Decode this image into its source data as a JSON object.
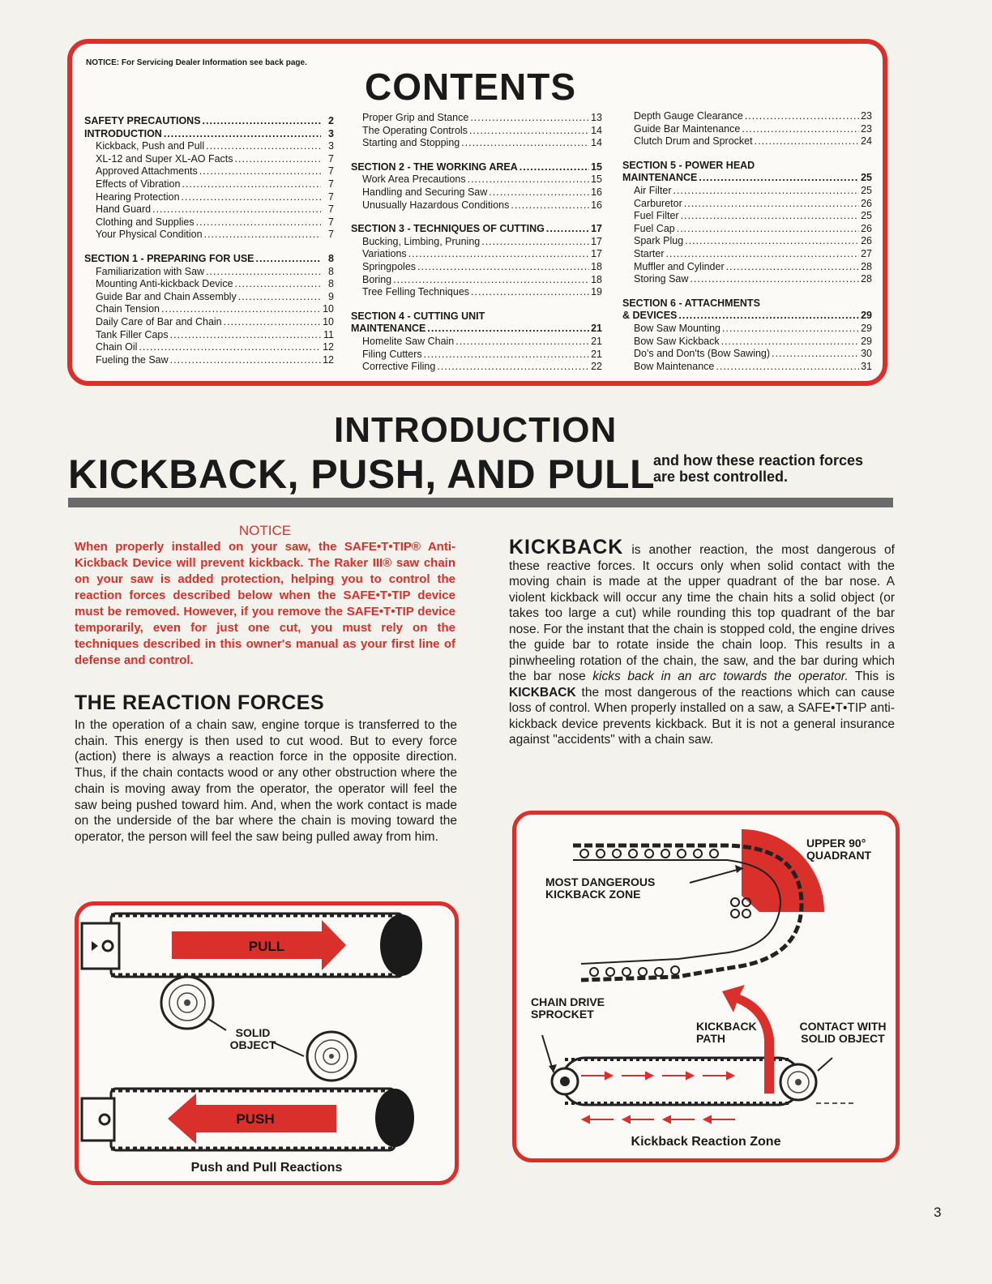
{
  "notice_line": "NOTICE: For Servicing Dealer Information see back page.",
  "contents_title": "CONTENTS",
  "toc": {
    "col1": [
      {
        "type": "head",
        "label": "SAFETY PRECAUTIONS",
        "page": "2"
      },
      {
        "type": "head",
        "label": "INTRODUCTION",
        "page": "3"
      },
      {
        "type": "sub",
        "label": "Kickback, Push and Pull",
        "page": "3"
      },
      {
        "type": "sub",
        "label": "XL-12 and Super XL-AO Facts",
        "page": "7"
      },
      {
        "type": "sub",
        "label": "Approved Attachments",
        "page": "7"
      },
      {
        "type": "sub",
        "label": "Effects of Vibration",
        "page": "7"
      },
      {
        "type": "sub",
        "label": "Hearing Protection",
        "page": "7"
      },
      {
        "type": "sub",
        "label": "Hand Guard",
        "page": "7"
      },
      {
        "type": "sub",
        "label": "Clothing and Supplies",
        "page": "7"
      },
      {
        "type": "sub",
        "label": "Your Physical Condition",
        "page": "7"
      },
      {
        "type": "gap"
      },
      {
        "type": "head",
        "label": "SECTION 1 - PREPARING FOR USE",
        "page": "8"
      },
      {
        "type": "sub",
        "label": "Familiarization with Saw",
        "page": "8"
      },
      {
        "type": "sub",
        "label": "Mounting Anti-kickback Device",
        "page": "8"
      },
      {
        "type": "sub",
        "label": "Guide Bar and Chain Assembly",
        "page": "9"
      },
      {
        "type": "sub",
        "label": "Chain Tension",
        "page": "10"
      },
      {
        "type": "sub",
        "label": "Daily Care of Bar and Chain",
        "page": "10"
      },
      {
        "type": "sub",
        "label": "Tank Filler Caps",
        "page": "11"
      },
      {
        "type": "sub",
        "label": "Chain Oil",
        "page": "12"
      },
      {
        "type": "sub",
        "label": "Fueling the Saw",
        "page": "12"
      }
    ],
    "col2": [
      {
        "type": "sub",
        "label": "Proper Grip and Stance",
        "page": "13"
      },
      {
        "type": "sub",
        "label": "The Operating Controls",
        "page": "14"
      },
      {
        "type": "sub",
        "label": "Starting and Stopping",
        "page": "14"
      },
      {
        "type": "gap"
      },
      {
        "type": "head",
        "label": "SECTION 2 - THE WORKING AREA",
        "page": "15"
      },
      {
        "type": "sub",
        "label": "Work Area Precautions",
        "page": "15"
      },
      {
        "type": "sub",
        "label": "Handling and Securing Saw",
        "page": "16"
      },
      {
        "type": "sub",
        "label": "Unusually Hazardous Conditions",
        "page": "16"
      },
      {
        "type": "gap"
      },
      {
        "type": "head",
        "label": "SECTION 3 - TECHNIQUES OF CUTTING",
        "page": "17"
      },
      {
        "type": "sub",
        "label": "Bucking, Limbing, Pruning",
        "page": "17"
      },
      {
        "type": "sub",
        "label": "Variations",
        "page": "17"
      },
      {
        "type": "sub",
        "label": "Springpoles",
        "page": "18"
      },
      {
        "type": "sub",
        "label": "Boring",
        "page": "18"
      },
      {
        "type": "sub",
        "label": "Tree Felling Techniques",
        "page": "19"
      },
      {
        "type": "gap"
      },
      {
        "type": "headonly",
        "label": "SECTION 4 - CUTTING UNIT"
      },
      {
        "type": "head",
        "label": "MAINTENANCE",
        "page": "21"
      },
      {
        "type": "sub",
        "label": "Homelite Saw Chain",
        "page": "21"
      },
      {
        "type": "sub",
        "label": "Filing Cutters",
        "page": "21"
      },
      {
        "type": "sub",
        "label": "Corrective Filing",
        "page": "22"
      }
    ],
    "col3": [
      {
        "type": "sub",
        "label": "Depth Gauge Clearance",
        "page": "23"
      },
      {
        "type": "sub",
        "label": "Guide Bar Maintenance",
        "page": "23"
      },
      {
        "type": "sub",
        "label": "Clutch Drum and Sprocket",
        "page": "24"
      },
      {
        "type": "gap"
      },
      {
        "type": "headonly",
        "label": "SECTION 5 - POWER HEAD"
      },
      {
        "type": "head",
        "label": "MAINTENANCE",
        "page": "25"
      },
      {
        "type": "sub",
        "label": "Air Filter",
        "page": "25"
      },
      {
        "type": "sub",
        "label": "Carburetor",
        "page": "26"
      },
      {
        "type": "sub",
        "label": "Fuel Filter",
        "page": "25"
      },
      {
        "type": "sub",
        "label": "Fuel Cap",
        "page": "26"
      },
      {
        "type": "sub",
        "label": "Spark Plug",
        "page": "26"
      },
      {
        "type": "sub",
        "label": "Starter",
        "page": "27"
      },
      {
        "type": "sub",
        "label": "Muffler and Cylinder",
        "page": "28"
      },
      {
        "type": "sub",
        "label": "Storing Saw",
        "page": "28"
      },
      {
        "type": "gap"
      },
      {
        "type": "headonly",
        "label": "SECTION 6 - ATTACHMENTS"
      },
      {
        "type": "head",
        "label": "& DEVICES",
        "page": "29"
      },
      {
        "type": "sub",
        "label": "Bow Saw Mounting",
        "page": "29"
      },
      {
        "type": "sub",
        "label": "Bow Saw Kickback",
        "page": "29"
      },
      {
        "type": "sub",
        "label": "Do's and Don'ts (Bow Sawing)",
        "page": "30"
      },
      {
        "type": "sub",
        "label": "Bow Maintenance",
        "page": "31"
      }
    ]
  },
  "intro": {
    "heading": "INTRODUCTION",
    "title": "KICKBACK, PUSH, AND PULL",
    "subtitle": "and how these reaction forces are best controlled."
  },
  "notice": {
    "heading": "NOTICE",
    "body": "When properly installed on your saw, the SAFE•T•TIP® Anti-Kickback Device will prevent kickback. The Raker III® saw chain on your saw is added protection, helping you to control the reaction forces described below when the SAFE•T•TIP device must be removed. However, if you remove the SAFE•T•TIP device temporarily, even for just one cut, you must rely on the techniques described in this owner's manual as your first line of defense and control."
  },
  "reaction": {
    "title": "THE REACTION FORCES",
    "body": "In the operation of a chain saw, engine torque is transferred to the chain. This energy is then used to cut wood. But to every force (action) there is always a reaction force in the opposite direction. Thus, if the chain contacts wood or any other obstruction where the chain is moving away from the operator, the operator will feel the saw being pushed toward him. And, when the work contact is made on the underside of the bar where the chain is moving toward the operator, the person will feel the saw being pulled away from him."
  },
  "kickback": {
    "word": "KICKBACK",
    "body1": " is another reaction, the most dangerous of these reactive forces. It occurs only when solid contact with the moving chain is made at the upper quadrant of the bar nose. A violent kickback will occur any time the chain hits a solid object (or takes too large a cut) while rounding this top quadrant of the bar nose. For the instant that the chain is stopped cold, the engine drives the guide bar to rotate inside the chain loop. This results in a pinwheeling rotation of the chain, the saw, and the bar during which the bar nose ",
    "italic": "kicks back in an arc towards the operator.",
    "body2": " This is ",
    "bold": "KICKBACK",
    "body3": " the most dangerous of the reactions which can cause loss of control. When properly installed on a saw, a SAFE•T•TIP anti-kickback device prevents kickback. But it is not a general insurance against \"accidents\" with a chain saw."
  },
  "pushpull_diagram": {
    "pull_label": "PULL",
    "push_label": "PUSH",
    "solid_object": "SOLID OBJECT",
    "caption": "Push and Pull Reactions"
  },
  "kick_diagram": {
    "upper_quadrant": "UPPER 90° QUADRANT",
    "most_dangerous": "MOST DANGEROUS KICKBACK ZONE",
    "chain_drive": "CHAIN DRIVE SPROCKET",
    "kickback_path": "KICKBACK PATH",
    "contact": "CONTACT WITH SOLID OBJECT",
    "caption": "Kickback Reaction Zone"
  },
  "page_number": "3",
  "colors": {
    "accent_red": "#d9302b",
    "rule_gray": "#6a6a6a"
  }
}
